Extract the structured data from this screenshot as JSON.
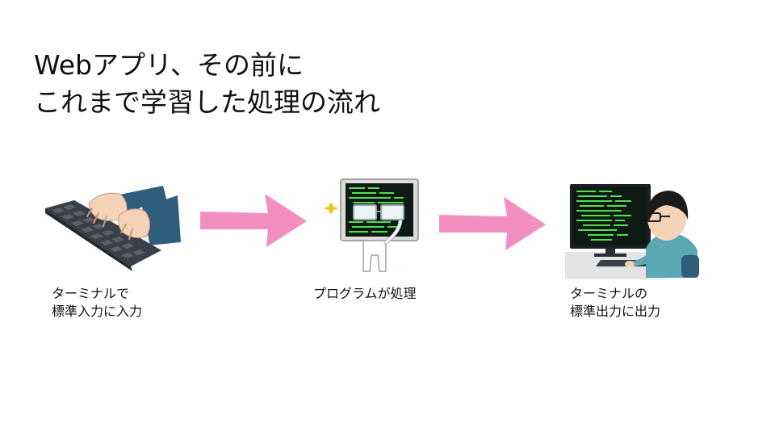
{
  "title": {
    "line1": "Webアプリ、その前に",
    "line2": "これまで学習した処理の流れ"
  },
  "steps": [
    {
      "caption_line1": "ターミナルで",
      "caption_line2": "標準入力に入力",
      "icon": "keyboard-typing-icon"
    },
    {
      "caption_line1": "プログラムが処理",
      "caption_line2": "",
      "icon": "program-monitor-icon"
    },
    {
      "caption_line1": "ターミナルの",
      "caption_line2": "標準出力に出力",
      "icon": "person-at-terminal-icon"
    }
  ],
  "colors": {
    "arrow": "#f28fc0",
    "terminal_text": "#4fe04f",
    "suit": "#2f5d7c",
    "skin": "#f6d2b6",
    "keyboard": "#4a4e57",
    "shirt": "#5aa8b5"
  }
}
